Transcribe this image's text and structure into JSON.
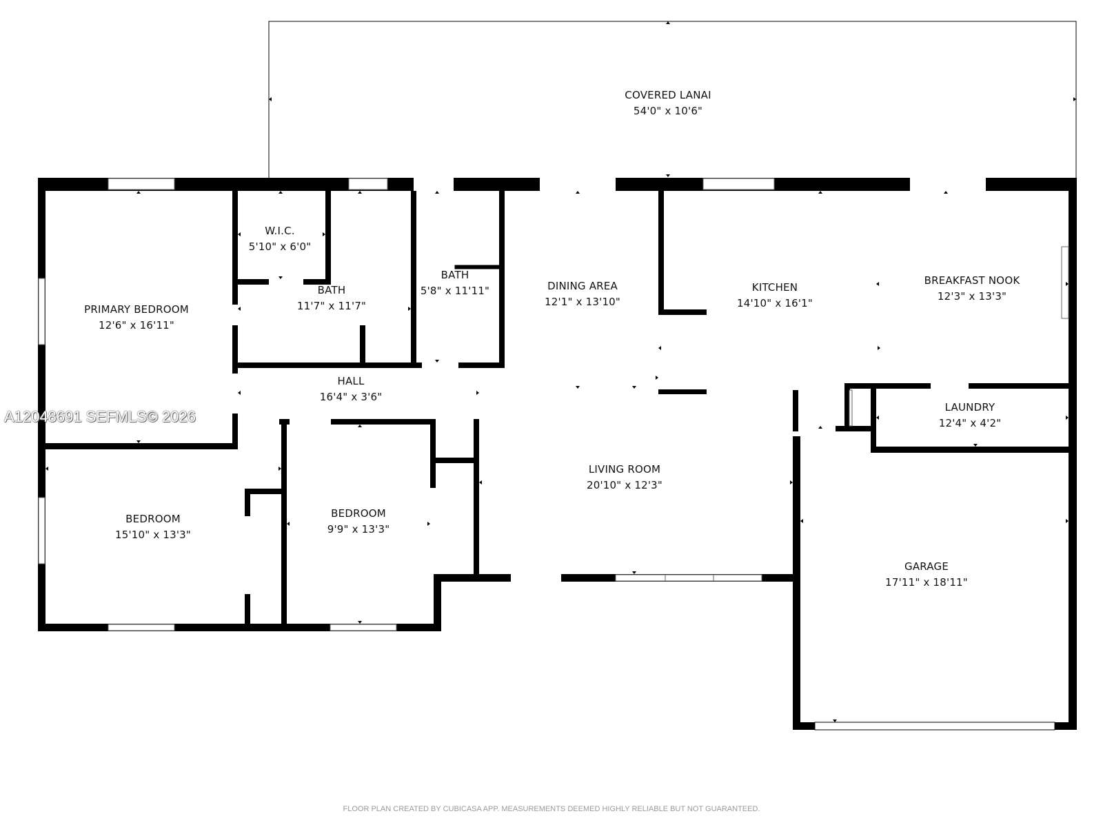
{
  "rooms": {
    "covered_lanai": {
      "name": "COVERED LANAI",
      "size": "54'0\" x 10'6\""
    },
    "primary_bedroom": {
      "name": "PRIMARY BEDROOM",
      "size": "12'6\" x 16'11\""
    },
    "wic": {
      "name": "W.I.C.",
      "size": "5'10\" x 6'0\""
    },
    "bath_primary": {
      "name": "BATH",
      "size": "11'7\" x 11'7\""
    },
    "bath_hall": {
      "name": "BATH",
      "size": "5'8\" x 11'11\""
    },
    "dining_area": {
      "name": "DINING AREA",
      "size": "12'1\" x 13'10\""
    },
    "kitchen": {
      "name": "KITCHEN",
      "size": "14'10\" x 16'1\""
    },
    "breakfast_nook": {
      "name": "BREAKFAST NOOK",
      "size": "12'3\" x 13'3\""
    },
    "hall": {
      "name": "HALL",
      "size": "16'4\" x 3'6\""
    },
    "laundry": {
      "name": "LAUNDRY",
      "size": "12'4\" x 4'2\""
    },
    "living_room": {
      "name": "LIVING ROOM",
      "size": "20'10\" x 12'3\""
    },
    "bedroom_left": {
      "name": "BEDROOM",
      "size": "15'10\" x 13'3\""
    },
    "bedroom_mid": {
      "name": "BEDROOM",
      "size": "9'9\" x 13'3\""
    },
    "garage": {
      "name": "GARAGE",
      "size": "17'11\" x 18'11\""
    }
  },
  "watermark": "A12048691  SEFMLS© 2026",
  "footer": "FLOOR PLAN CREATED BY CUBICASA APP. MEASUREMENTS DEEMED HIGHLY RELIABLE BUT NOT GUARANTEED.",
  "colors": {
    "wall": "#000000",
    "background": "#ffffff",
    "footer_text": "#9a9a9a"
  }
}
